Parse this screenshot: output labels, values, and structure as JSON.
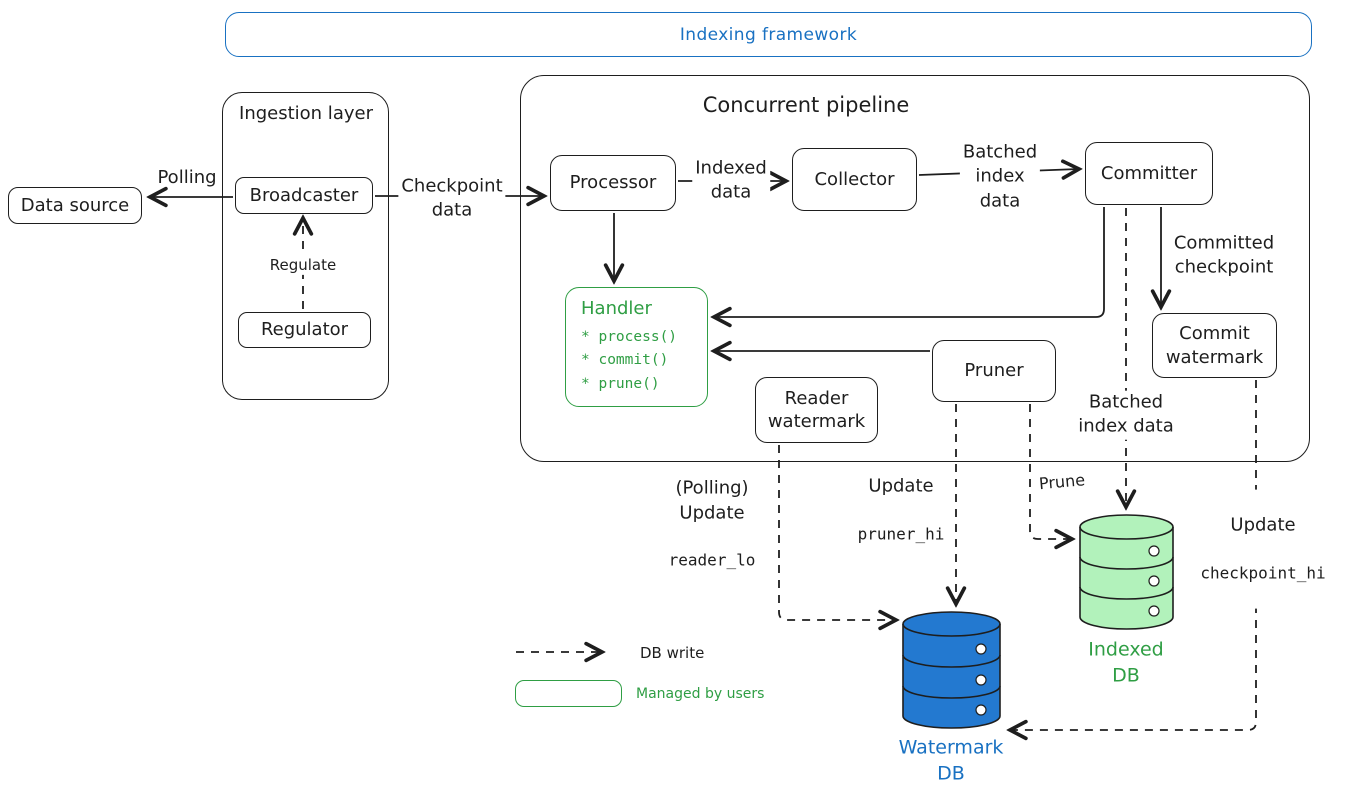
{
  "banner": {
    "title": "Indexing framework"
  },
  "boxes": {
    "data_source": "Data source",
    "ingestion_layer": "Ingestion layer",
    "broadcaster": "Broadcaster",
    "regulator": "Regulator",
    "concurrent_pipeline": "Concurrent pipeline",
    "processor": "Processor",
    "collector": "Collector",
    "committer": "Committer",
    "handler_title": "Handler",
    "handler_methods": [
      "* process()",
      "* commit()",
      "* prune()"
    ],
    "reader_watermark": "Reader\nwatermark",
    "pruner": "Pruner",
    "commit_watermark": "Commit\nwatermark"
  },
  "databases": {
    "indexed_db": "Indexed\nDB",
    "watermark_db": "Watermark\nDB"
  },
  "edge_labels": {
    "polling": "Polling",
    "regulate": "Regulate",
    "checkpoint_data": "Checkpoint\ndata",
    "indexed_data": "Indexed\ndata",
    "batched_index_data": "Batched\nindex\ndata",
    "committed_checkpoint": "Committed\ncheckpoint",
    "batched_index_data_2": "Batched\nindex data",
    "reader_update_text": "(Polling)\nUpdate",
    "reader_update_code": "reader_lo",
    "pruner_update_text": "Update",
    "pruner_update_code": "pruner_hi",
    "prune": "Prune",
    "checkpoint_update_text": "Update",
    "checkpoint_update_code": "checkpoint_hi"
  },
  "legend": {
    "db_write": "DB write",
    "managed_by_users": "Managed by users"
  },
  "colors": {
    "ink": "#1e1e1e",
    "blue": "#1971c2",
    "green": "#2f9e44",
    "green_fill": "#b2f2bb",
    "blue_fill": "#2379d0"
  }
}
